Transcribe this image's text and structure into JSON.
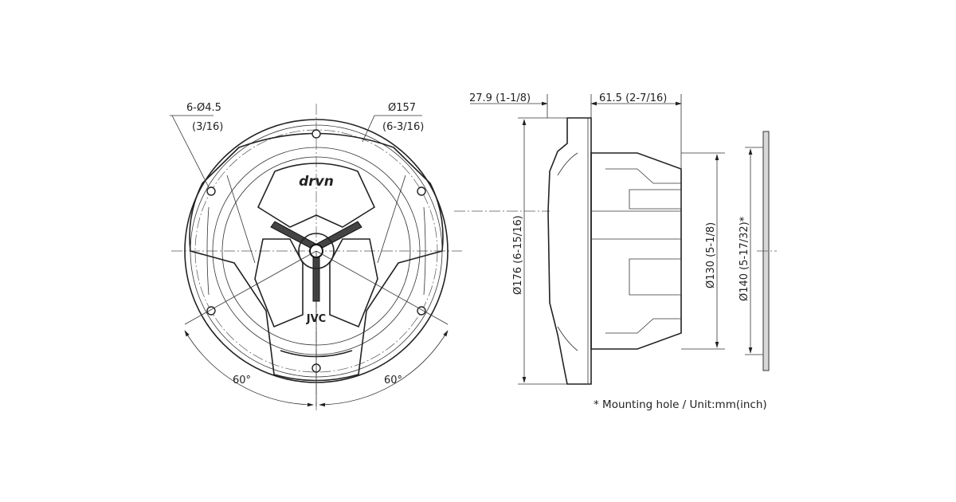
{
  "front_view": {
    "hole_label": "6-Ø4.5",
    "hole_label_inch": "(3/16)",
    "diameter_label": "Ø157",
    "diameter_label_inch": "(6-3/16)",
    "brand_logo": "drvn",
    "maker_logo": "JVC",
    "angle_left": "60°",
    "angle_right": "60°"
  },
  "side_view": {
    "depth_front": "27.9 (1-1/8)",
    "depth_rear": "61.5 (2-7/16)",
    "outer_diameter": "Ø176 (6-15/16)",
    "basket_diameter": "Ø130 (5-1/8)",
    "mounting_hole_diameter": "Ø140 (5-17/32)*"
  },
  "footnote": "* Mounting hole / Unit:mm(inch)"
}
